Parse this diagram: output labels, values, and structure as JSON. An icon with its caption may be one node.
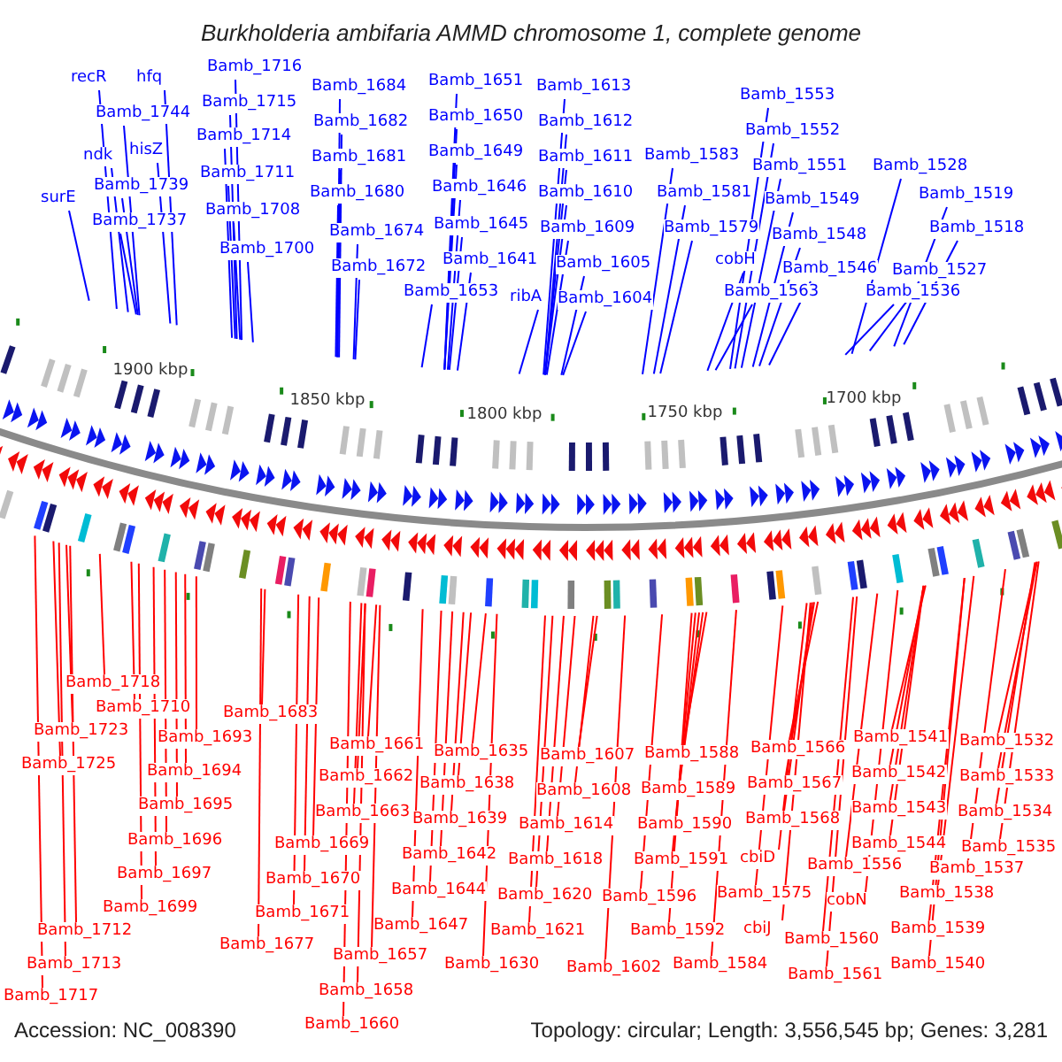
{
  "diagram": {
    "title": "Burkholderia ambifaria AMMD chromosome 1, complete genome",
    "nodes": [
      {
        "text": [
          "recR"
        ]
      },
      {
        "text": [
          "hfq"
        ]
      },
      {
        "text": [
          "Bamb_1744"
        ]
      },
      {
        "text": [
          "ndk"
        ]
      },
      {
        "text": [
          "hisZ"
        ]
      },
      {
        "text": [
          "surE"
        ]
      },
      {
        "text": [
          "Bamb_1739"
        ]
      },
      {
        "text": [
          "Bamb_1737"
        ]
      },
      {
        "text": [
          "Bamb_1716"
        ]
      },
      {
        "text": [
          "Bamb_1715"
        ]
      },
      {
        "text": [
          "Bamb_1714"
        ]
      },
      {
        "text": [
          "Bamb_1711"
        ]
      },
      {
        "text": [
          "Bamb_1708"
        ]
      },
      {
        "text": [
          "Bamb_1700"
        ]
      },
      {
        "text": [
          "Bamb_1684"
        ]
      },
      {
        "text": [
          "Bamb_1682"
        ]
      },
      {
        "text": [
          "Bamb_1681"
        ]
      },
      {
        "text": [
          "Bamb_1680"
        ]
      },
      {
        "text": [
          "Bamb_1674"
        ]
      },
      {
        "text": [
          "Bamb_1672"
        ]
      },
      {
        "text": [
          "Bamb_1651"
        ]
      },
      {
        "text": [
          "Bamb_1650"
        ]
      },
      {
        "text": [
          "Bamb_1649"
        ]
      },
      {
        "text": [
          "Bamb_1646"
        ]
      },
      {
        "text": [
          "Bamb_1645"
        ]
      },
      {
        "text": [
          "Bamb_1641"
        ]
      },
      {
        "text": [
          "Bamb_1653"
        ]
      },
      {
        "text": [
          "ribA"
        ]
      },
      {
        "text": [
          "Bamb_1613"
        ]
      },
      {
        "text": [
          "Bamb_1612"
        ]
      },
      {
        "text": [
          "Bamb_1611"
        ]
      },
      {
        "text": [
          "Bamb_1610"
        ]
      },
      {
        "text": [
          "Bamb_1609"
        ]
      },
      {
        "text": [
          "Bamb_1605"
        ]
      },
      {
        "text": [
          "Bamb_1604"
        ]
      },
      {
        "text": [
          "Bamb_1583"
        ]
      },
      {
        "text": [
          "Bamb_1581"
        ]
      },
      {
        "text": [
          "Bamb_1579"
        ]
      },
      {
        "text": [
          "cobH"
        ]
      },
      {
        "text": [
          "Bamb_1563"
        ]
      },
      {
        "text": [
          "Bamb_1553"
        ]
      },
      {
        "text": [
          "Bamb_1552"
        ]
      },
      {
        "text": [
          "Bamb_1551"
        ]
      },
      {
        "text": [
          "Bamb_1549"
        ]
      },
      {
        "text": [
          "Bamb_1548"
        ]
      },
      {
        "text": [
          "Bamb_1546"
        ]
      },
      {
        "text": [
          "Bamb_1528"
        ]
      },
      {
        "text": [
          "Bamb_1519"
        ]
      },
      {
        "text": [
          "Bamb_1518"
        ]
      },
      {
        "text": [
          "Bamb_1527"
        ]
      },
      {
        "text": [
          "Bamb_1536"
        ]
      },
      {
        "text": [
          "Bamb_1718"
        ]
      },
      {
        "text": [
          "Bamb_1710"
        ]
      },
      {
        "text": [
          "Bamb_1723"
        ]
      },
      {
        "text": [
          "Bamb_1725"
        ]
      },
      {
        "text": [
          "Bamb_1693"
        ]
      },
      {
        "text": [
          "Bamb_1694"
        ]
      },
      {
        "text": [
          "Bamb_1695"
        ]
      },
      {
        "text": [
          "Bamb_1696"
        ]
      },
      {
        "text": [
          "Bamb_1697"
        ]
      },
      {
        "text": [
          "Bamb_1699"
        ]
      },
      {
        "text": [
          "Bamb_1712"
        ]
      },
      {
        "text": [
          "Bamb_1713"
        ]
      },
      {
        "text": [
          "Bamb_1717"
        ]
      },
      {
        "text": [
          "Bamb_1683"
        ]
      },
      {
        "text": [
          "Bamb_1661"
        ]
      },
      {
        "text": [
          "Bamb_1662"
        ]
      },
      {
        "text": [
          "Bamb_1663"
        ]
      },
      {
        "text": [
          "Bamb_1669"
        ]
      },
      {
        "text": [
          "Bamb_1670"
        ]
      },
      {
        "text": [
          "Bamb_1671"
        ]
      },
      {
        "text": [
          "Bamb_1677"
        ]
      },
      {
        "text": [
          "Bamb_1657"
        ]
      },
      {
        "text": [
          "Bamb_1658"
        ]
      },
      {
        "text": [
          "Bamb_1660"
        ]
      },
      {
        "text": [
          "Bamb_1635"
        ]
      },
      {
        "text": [
          "Bamb_1638"
        ]
      },
      {
        "text": [
          "Bamb_1639"
        ]
      },
      {
        "text": [
          "Bamb_1642"
        ]
      },
      {
        "text": [
          "Bamb_1644"
        ]
      },
      {
        "text": [
          "Bamb_1647"
        ]
      },
      {
        "text": [
          "Bamb_1630"
        ]
      },
      {
        "text": [
          "Bamb_1607"
        ]
      },
      {
        "text": [
          "Bamb_1608"
        ]
      },
      {
        "text": [
          "Bamb_1614"
        ]
      },
      {
        "text": [
          "Bamb_1618"
        ]
      },
      {
        "text": [
          "Bamb_1620"
        ]
      },
      {
        "text": [
          "Bamb_1621"
        ]
      },
      {
        "text": [
          "Bamb_1602"
        ]
      },
      {
        "text": [
          "Bamb_1588"
        ]
      },
      {
        "text": [
          "Bamb_1589"
        ]
      },
      {
        "text": [
          "Bamb_1590"
        ]
      },
      {
        "text": [
          "Bamb_1591"
        ]
      },
      {
        "text": [
          "Bamb_1596"
        ]
      },
      {
        "text": [
          "Bamb_1592"
        ]
      },
      {
        "text": [
          "Bamb_1584"
        ]
      },
      {
        "text": [
          "Bamb_1566"
        ]
      },
      {
        "text": [
          "Bamb_1567"
        ]
      },
      {
        "text": [
          "Bamb_1568"
        ]
      },
      {
        "text": [
          "cbiD"
        ]
      },
      {
        "text": [
          "Bamb_1575"
        ]
      },
      {
        "text": [
          "cbiJ"
        ]
      },
      {
        "text": [
          "Bamb_1556"
        ]
      },
      {
        "text": [
          "cobN"
        ]
      },
      {
        "text": [
          "Bamb_1560"
        ]
      },
      {
        "text": [
          "Bamb_1561"
        ]
      },
      {
        "text": [
          "Bamb_1541"
        ]
      },
      {
        "text": [
          "Bamb_1542"
        ]
      },
      {
        "text": [
          "Bamb_1543"
        ]
      },
      {
        "text": [
          "Bamb_1544"
        ]
      },
      {
        "text": [
          "Bamb_1537"
        ]
      },
      {
        "text": [
          "Bamb_1538"
        ]
      },
      {
        "text": [
          "Bamb_1539"
        ]
      },
      {
        "text": [
          "Bamb_1540"
        ]
      },
      {
        "text": [
          "Bamb_1532"
        ]
      },
      {
        "text": [
          "Bamb_1533"
        ]
      },
      {
        "text": [
          "Bamb_1534"
        ]
      },
      {
        "text": [
          "Bamb_1535"
        ]
      }
    ],
    "edges": [
      {
        "from": 0,
        "to": null,
        "arrow": "none",
        "color": "#0000ff"
      },
      {
        "from": 1,
        "to": null,
        "arrow": "none",
        "color": "#0000ff"
      },
      {
        "from": 2,
        "to": null,
        "arrow": "none",
        "color": "#0000ff"
      },
      {
        "from": 3,
        "to": null,
        "arrow": "none",
        "color": "#0000ff"
      },
      {
        "from": 4,
        "to": null,
        "arrow": "none",
        "color": "#0000ff"
      },
      {
        "from": 5,
        "to": null,
        "arrow": "none",
        "color": "#0000ff"
      },
      {
        "from": 6,
        "to": null,
        "arrow": "none",
        "color": "#0000ff"
      },
      {
        "from": 7,
        "to": null,
        "arrow": "none",
        "color": "#0000ff"
      },
      {
        "from": 8,
        "to": null,
        "arrow": "none",
        "color": "#0000ff"
      },
      {
        "from": 9,
        "to": null,
        "arrow": "none",
        "color": "#0000ff"
      },
      {
        "from": 10,
        "to": null,
        "arrow": "none",
        "color": "#0000ff"
      },
      {
        "from": 11,
        "to": null,
        "arrow": "none",
        "color": "#0000ff"
      },
      {
        "from": 12,
        "to": null,
        "arrow": "none",
        "color": "#0000ff"
      },
      {
        "from": 13,
        "to": null,
        "arrow": "none",
        "color": "#0000ff"
      },
      {
        "from": 14,
        "to": null,
        "arrow": "none",
        "color": "#0000ff"
      },
      {
        "from": 15,
        "to": null,
        "arrow": "none",
        "color": "#0000ff"
      },
      {
        "from": 16,
        "to": null,
        "arrow": "none",
        "color": "#0000ff"
      },
      {
        "from": 17,
        "to": null,
        "arrow": "none",
        "color": "#0000ff"
      },
      {
        "from": 18,
        "to": null,
        "arrow": "none",
        "color": "#0000ff"
      },
      {
        "from": 19,
        "to": null,
        "arrow": "none",
        "color": "#0000ff"
      },
      {
        "from": 20,
        "to": null,
        "arrow": "none",
        "color": "#0000ff"
      },
      {
        "from": 21,
        "to": null,
        "arrow": "none",
        "color": "#0000ff"
      },
      {
        "from": 22,
        "to": null,
        "arrow": "none",
        "color": "#0000ff"
      },
      {
        "from": 23,
        "to": null,
        "arrow": "none",
        "color": "#0000ff"
      },
      {
        "from": 24,
        "to": null,
        "arrow": "none",
        "color": "#0000ff"
      },
      {
        "from": 25,
        "to": null,
        "arrow": "none",
        "color": "#0000ff"
      },
      {
        "from": 26,
        "to": null,
        "arrow": "none",
        "color": "#0000ff"
      },
      {
        "from": 27,
        "to": null,
        "arrow": "none",
        "color": "#0000ff"
      },
      {
        "from": 28,
        "to": null,
        "arrow": "none",
        "color": "#0000ff"
      },
      {
        "from": 29,
        "to": null,
        "arrow": "none",
        "color": "#0000ff"
      },
      {
        "from": 30,
        "to": null,
        "arrow": "none",
        "color": "#0000ff"
      },
      {
        "from": 31,
        "to": null,
        "arrow": "none",
        "color": "#0000ff"
      },
      {
        "from": 32,
        "to": null,
        "arrow": "none",
        "color": "#0000ff"
      },
      {
        "from": 33,
        "to": null,
        "arrow": "none",
        "color": "#0000ff"
      },
      {
        "from": 34,
        "to": null,
        "arrow": "none",
        "color": "#0000ff"
      },
      {
        "from": 35,
        "to": null,
        "arrow": "none",
        "color": "#0000ff"
      },
      {
        "from": 36,
        "to": null,
        "arrow": "none",
        "color": "#0000ff"
      },
      {
        "from": 37,
        "to": null,
        "arrow": "none",
        "color": "#0000ff"
      },
      {
        "from": 38,
        "to": null,
        "arrow": "none",
        "color": "#0000ff"
      },
      {
        "from": 39,
        "to": null,
        "arrow": "none",
        "color": "#0000ff"
      },
      {
        "from": 40,
        "to": null,
        "arrow": "none",
        "color": "#0000ff"
      },
      {
        "from": 41,
        "to": null,
        "arrow": "none",
        "color": "#0000ff"
      },
      {
        "from": 42,
        "to": null,
        "arrow": "none",
        "color": "#0000ff"
      },
      {
        "from": 43,
        "to": null,
        "arrow": "none",
        "color": "#0000ff"
      },
      {
        "from": 44,
        "to": null,
        "arrow": "none",
        "color": "#0000ff"
      },
      {
        "from": 45,
        "to": null,
        "arrow": "none",
        "color": "#0000ff"
      },
      {
        "from": 46,
        "to": null,
        "arrow": "none",
        "color": "#0000ff"
      },
      {
        "from": 47,
        "to": null,
        "arrow": "none",
        "color": "#0000ff"
      },
      {
        "from": 48,
        "to": null,
        "arrow": "none",
        "color": "#0000ff"
      },
      {
        "from": 49,
        "to": null,
        "arrow": "none",
        "color": "#0000ff"
      },
      {
        "from": 50,
        "to": null,
        "arrow": "none",
        "color": "#0000ff"
      },
      {
        "from": 51,
        "to": null,
        "arrow": "none"
      },
      {
        "from": 52,
        "to": null,
        "arrow": "none"
      },
      {
        "from": 53,
        "to": null,
        "arrow": "none"
      },
      {
        "from": 54,
        "to": null,
        "arrow": "none"
      },
      {
        "from": 55,
        "to": null,
        "arrow": "none"
      },
      {
        "from": 56,
        "to": null,
        "arrow": "none"
      },
      {
        "from": 57,
        "to": null,
        "arrow": "none"
      },
      {
        "from": 58,
        "to": null,
        "arrow": "none"
      },
      {
        "from": 59,
        "to": null,
        "arrow": "none"
      },
      {
        "from": 60,
        "to": null,
        "arrow": "none"
      },
      {
        "from": 61,
        "to": null,
        "arrow": "none"
      },
      {
        "from": 62,
        "to": null,
        "arrow": "none"
      },
      {
        "from": 63,
        "to": null,
        "arrow": "none"
      },
      {
        "from": 64,
        "to": null,
        "arrow": "none"
      },
      {
        "from": 65,
        "to": null,
        "arrow": "none"
      },
      {
        "from": 66,
        "to": null,
        "arrow": "none"
      },
      {
        "from": 67,
        "to": null,
        "arrow": "none"
      },
      {
        "from": 68,
        "to": null,
        "arrow": "none"
      },
      {
        "from": 69,
        "to": null,
        "arrow": "none"
      },
      {
        "from": 70,
        "to": null,
        "arrow": "none"
      },
      {
        "from": 71,
        "to": null,
        "arrow": "none"
      },
      {
        "from": 72,
        "to": null,
        "arrow": "none"
      },
      {
        "from": 73,
        "to": null,
        "arrow": "none"
      },
      {
        "from": 74,
        "to": null,
        "arrow": "none"
      },
      {
        "from": 75,
        "to": null,
        "arrow": "none"
      },
      {
        "from": 76,
        "to": null,
        "arrow": "none"
      },
      {
        "from": 77,
        "to": null,
        "arrow": "none"
      },
      {
        "from": 78,
        "to": null,
        "arrow": "none"
      },
      {
        "from": 79,
        "to": null,
        "arrow": "none"
      },
      {
        "from": 80,
        "to": null,
        "arrow": "none"
      },
      {
        "from": 81,
        "to": null,
        "arrow": "none"
      },
      {
        "from": 82,
        "to": null,
        "arrow": "none"
      },
      {
        "from": 83,
        "to": null,
        "arrow": "none"
      },
      {
        "from": 84,
        "to": null,
        "arrow": "none"
      },
      {
        "from": 85,
        "to": null,
        "arrow": "none"
      },
      {
        "from": 86,
        "to": null,
        "arrow": "none"
      },
      {
        "from": 87,
        "to": null,
        "arrow": "none"
      },
      {
        "from": 88,
        "to": null,
        "arrow": "none"
      },
      {
        "from": 89,
        "to": null,
        "arrow": "none"
      },
      {
        "from": 90,
        "to": null,
        "arrow": "none"
      },
      {
        "from": 91,
        "to": null,
        "arrow": "none"
      },
      {
        "from": 92,
        "to": null,
        "arrow": "none"
      },
      {
        "from": 93,
        "to": null,
        "arrow": "none"
      },
      {
        "from": 94,
        "to": null,
        "arrow": "none"
      },
      {
        "from": 95,
        "to": null,
        "arrow": "none"
      },
      {
        "from": 96,
        "to": null,
        "arrow": "none"
      },
      {
        "from": 97,
        "to": null,
        "arrow": "none"
      },
      {
        "from": 98,
        "to": null,
        "arrow": "none"
      },
      {
        "from": 99,
        "to": null,
        "arrow": "none"
      },
      {
        "from": 100,
        "to": null,
        "arrow": "none"
      },
      {
        "from": 101,
        "to": null,
        "arrow": "none"
      },
      {
        "from": 102,
        "to": null,
        "arrow": "none"
      },
      {
        "from": 103,
        "to": null,
        "arrow": "none"
      },
      {
        "from": 104,
        "to": null,
        "arrow": "none"
      },
      {
        "from": 105,
        "to": null,
        "arrow": "none"
      },
      {
        "from": 106,
        "to": null,
        "arrow": "none"
      },
      {
        "from": 107,
        "to": null,
        "arrow": "none"
      },
      {
        "from": 108,
        "to": null,
        "arrow": "none"
      },
      {
        "from": 109,
        "to": null,
        "arrow": "none"
      },
      {
        "from": 110,
        "to": null,
        "arrow": "none"
      },
      {
        "from": 111,
        "to": null,
        "arrow": "none"
      },
      {
        "from": 112,
        "to": null,
        "arrow": "none"
      },
      {
        "from": 113,
        "to": null,
        "arrow": "none"
      },
      {
        "from": 114,
        "to": null,
        "arrow": "none"
      },
      {
        "from": 115,
        "to": null,
        "arrow": "none"
      },
      {
        "from": 116,
        "to": null,
        "arrow": "none"
      },
      {
        "from": 117,
        "to": null,
        "arrow": "none"
      }
    ],
    "labels": [
      "1900 kbp",
      "1850 kbp",
      "1800 kbp",
      "1750 kbp",
      "1700 kbp",
      "Accession: NC_008390",
      "Topology: circular; Length: 3,556,545 bp; Genes: 3,281"
    ]
  }
}
